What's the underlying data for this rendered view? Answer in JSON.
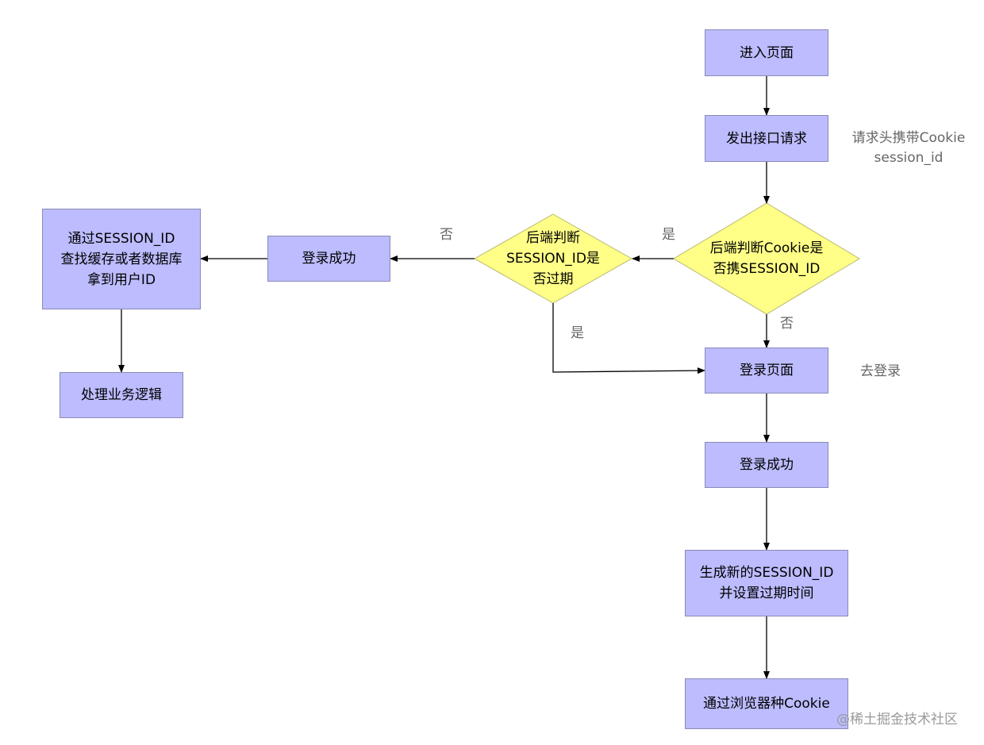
{
  "boxes": {
    "enter_page": "进入页面",
    "send_request": "发出接口请求",
    "login_page": "登录页面",
    "login_success_right": "登录成功",
    "generate_session": "生成新的SESSION_ID\n并设置过期时间",
    "browser_cookie": "通过浏览器种Cookie",
    "login_success_left": "登录成功",
    "lookup_user": "通过SESSION_ID\n查找缓存或者数据库\n拿到用户ID",
    "business_logic": "处理业务逻辑"
  },
  "decisions": {
    "cookie_has_session": "后端判断Cookie是\n否携SESSION_ID",
    "session_expired": "后端判断\nSESSION_ID是\n否过期"
  },
  "labels": {
    "request_note": "请求头携带Cookie\nsession_id",
    "go_login": "去登录",
    "yes_has_session": "是",
    "no_has_session": "否",
    "no_expired": "否",
    "yes_expired": "是"
  },
  "watermark": "@稀土掘金技术社区",
  "colors": {
    "box_fill": "#bcbcff",
    "decision_fill": "#ffff88",
    "label_text": "#666666"
  }
}
